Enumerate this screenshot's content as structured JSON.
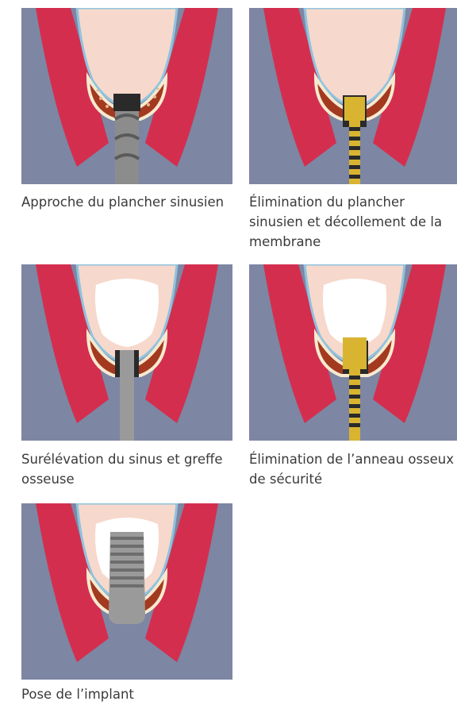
{
  "colors": {
    "background": "#7d86a3",
    "gum": "#d42e4f",
    "gum_highlight": "#ff6f86",
    "sinus": "#f6d9cc",
    "membrane": "#8fc3df",
    "bone_border": "#f6ead0",
    "bone": "#a33a20",
    "bone_cell": "#e8b88f",
    "graft": "#ffffff",
    "drill": "#8c8c8c",
    "gold": "#d8b431",
    "implant": "#9a9a9a",
    "ring": "#2a2a2a"
  },
  "panels": [
    {
      "key": "approach",
      "caption": "Approche du plancher sinusien",
      "instrument": "drill-icon",
      "graft": false
    },
    {
      "key": "floor",
      "caption": "Élimination du plancher sinusien et décollement de la membrane",
      "instrument": "gold-osteotome-icon",
      "graft": false
    },
    {
      "key": "elevation",
      "caption": "Surélévation du sinus et greffe osseuse",
      "instrument": "grey-osteotome-icon",
      "graft": true
    },
    {
      "key": "ring",
      "caption": "Élimination de l’anneau osseux de sécurité",
      "instrument": "gold-osteotome-icon",
      "graft": true
    },
    {
      "key": "implant",
      "caption": "Pose de l’implant",
      "instrument": "implant-icon",
      "graft": true
    }
  ]
}
